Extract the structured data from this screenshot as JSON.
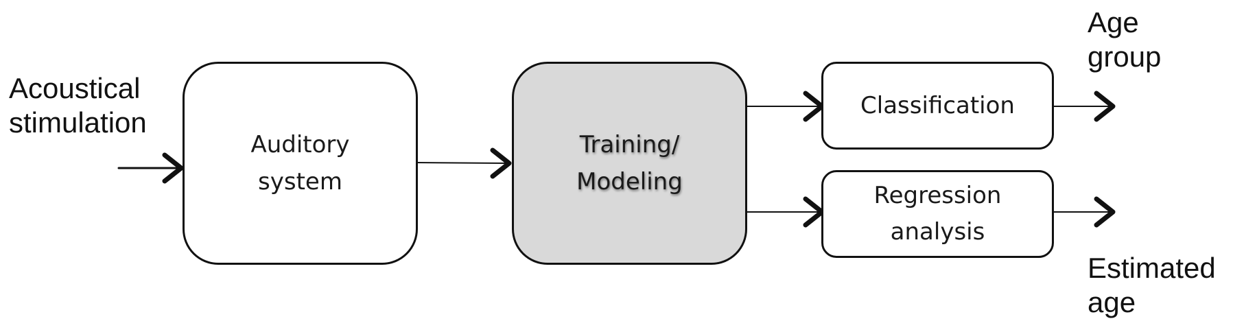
{
  "diagram": {
    "input_label": {
      "line1": "Acoustical",
      "line2": "stimulation"
    },
    "auditory_box": {
      "line1": "Auditory",
      "line2": "system"
    },
    "training_box": {
      "line1": "Training/",
      "line2": "Modeling",
      "fill_color": "#d9d9d9"
    },
    "classification_box": {
      "line1": "Classification"
    },
    "regression_box": {
      "line1": "Regression",
      "line2": "analysis"
    },
    "output_age_group": {
      "line1": "Age",
      "line2": "group"
    },
    "output_estimated_age": {
      "line1": "Estimated",
      "line2": "age"
    },
    "colors": {
      "stroke": "#111111",
      "box_fill": "#ffffff",
      "shaded_fill": "#d9d9d9"
    }
  }
}
